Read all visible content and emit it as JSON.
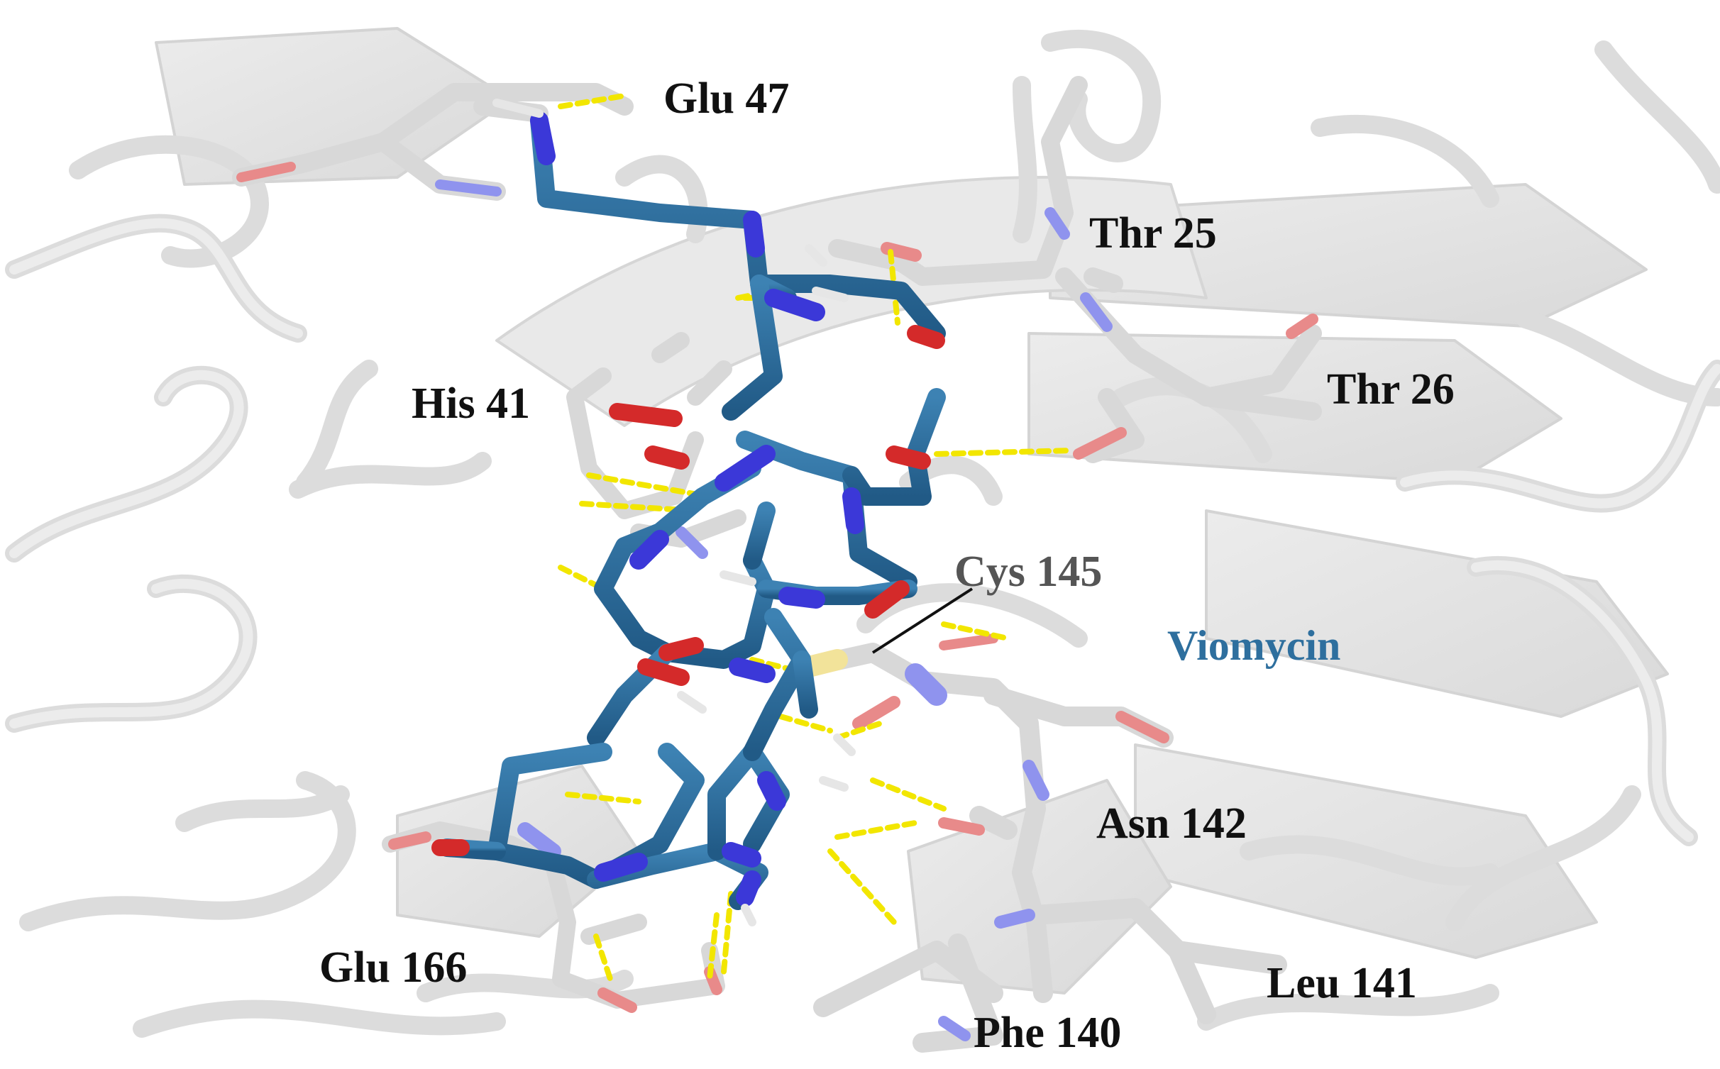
{
  "image": {
    "ligand_label": "Viomycin",
    "ligand_color": "#2e6f9e",
    "protein_color": "#e6e6e6",
    "residue_label_color": "#111111",
    "pointer_label_color": "#555555",
    "hbond_color": "#f2e600",
    "oxygen_color": "#e03030",
    "nitrogen_color": "#4a4fe0",
    "residues": {
      "glu47": "Glu 47",
      "thr25": "Thr 25",
      "thr26": "Thr 26",
      "his41": "His 41",
      "cys145": "Cys 145",
      "asn142": "Asn 142",
      "glu166": "Glu 166",
      "leu141": "Leu 141",
      "phe140": "Phe 140"
    }
  }
}
